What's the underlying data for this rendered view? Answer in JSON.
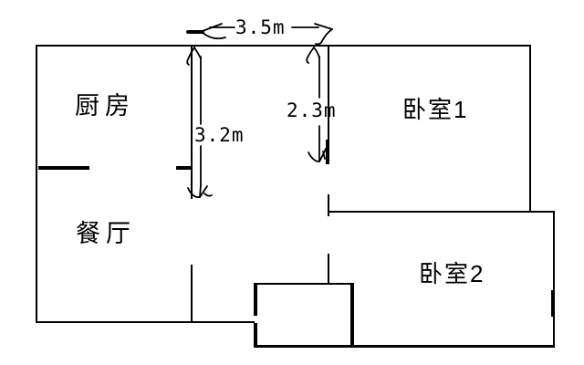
{
  "plan": {
    "rooms": {
      "kitchen": "厨房",
      "dining": "餐厅",
      "bedroom1": "卧室1",
      "bedroom2": "卧室2"
    },
    "dims": {
      "top": "3.5m",
      "left": "3.2m",
      "right": "2.3m"
    },
    "colors": {
      "line": "#000000",
      "background": "#ffffff"
    }
  }
}
